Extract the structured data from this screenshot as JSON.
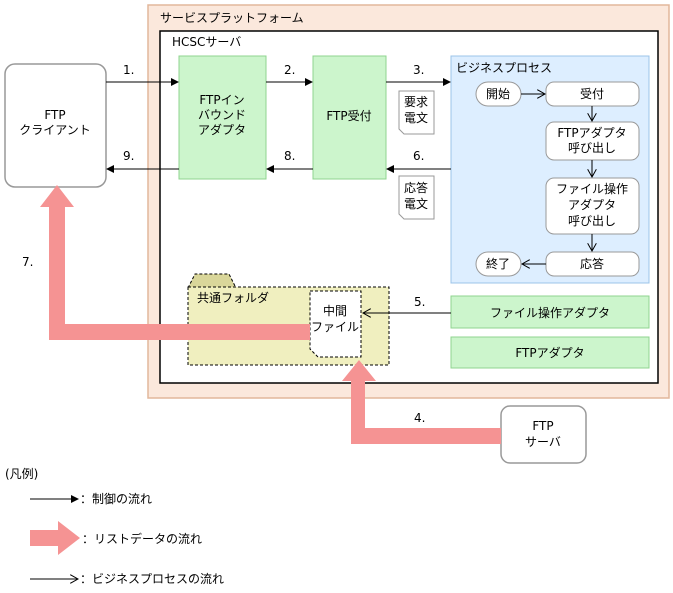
{
  "platform": {
    "title": "サービスプラットフォーム"
  },
  "hcsc": {
    "title": "HCSCサーバ"
  },
  "ftp_client": {
    "line1": "FTP",
    "line2": "クライアント"
  },
  "ftp_server": {
    "line1": "FTP",
    "line2": "サーバ"
  },
  "inbound_adapter": {
    "line1": "FTPイン",
    "line2": "バウンド",
    "line3": "アダプタ"
  },
  "ftp_reception": {
    "label": "FTP受付"
  },
  "business_process": {
    "title": "ビジネスプロセス",
    "start": "開始",
    "receive": "受付",
    "ftp_call": {
      "line1": "FTPアダプタ",
      "line2": "呼び出し"
    },
    "file_call": {
      "line1": "ファイル操作",
      "line2": "アダプタ",
      "line3": "呼び出し"
    },
    "reply": "応答",
    "end": "終了"
  },
  "request_doc": {
    "line1": "要求",
    "line2": "電文"
  },
  "response_doc": {
    "line1": "応答",
    "line2": "電文"
  },
  "shared_folder": {
    "label": "共通フォルダ"
  },
  "intermediate_file": {
    "line1": "中間",
    "line2": "ファイル"
  },
  "file_adapter": {
    "label": "ファイル操作アダプタ"
  },
  "ftp_adapter": {
    "label": "FTPアダプタ"
  },
  "steps": {
    "s1": "1.",
    "s2": "2.",
    "s3": "3.",
    "s4": "4.",
    "s5": "5.",
    "s6": "6.",
    "s7": "7.",
    "s8": "8.",
    "s9": "9."
  },
  "legend": {
    "title": "(凡例)",
    "control": "：制御の流れ",
    "list_data": "：リストデータの流れ",
    "bp_flow": "：ビジネスプロセスの流れ"
  },
  "colors": {
    "platform_bg": "#fbe8dc",
    "platform_border": "#e2b79b",
    "green": "#ccf5cc",
    "green_border": "#8fd48f",
    "bp_bg": "#ddeeff",
    "bp_border": "#9cc4e8",
    "folder": "#f0efbf",
    "folder_tab": "#d9d69a",
    "pink": "#f59393"
  }
}
